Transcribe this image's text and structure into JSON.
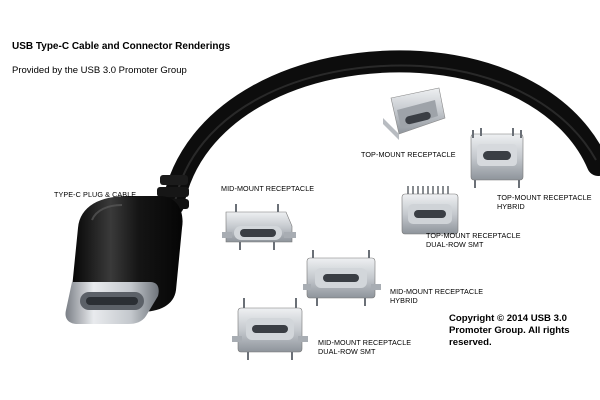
{
  "header": {
    "title": "USB Type-C Cable and Connector Renderings",
    "subtitle": "Provided by the USB 3.0 Promoter Group"
  },
  "labels": {
    "plug_cable": "TYPE-C PLUG & CABLE",
    "mid_mount": "MID-MOUNT RECEPTACLE",
    "top_mount": "TOP-MOUNT RECEPTACLE",
    "top_mount_hybrid_line1": "TOP-MOUNT RECEPTACLE",
    "top_mount_hybrid_line2": "HYBRID",
    "top_mount_dual_line1": "TOP-MOUNT RECEPTACLE",
    "top_mount_dual_line2": "DUAL-ROW SMT",
    "mid_mount_hybrid_line1": "MID-MOUNT RECEPTACLE",
    "mid_mount_hybrid_line2": "HYBRID",
    "mid_mount_dual_line1": "MID-MOUNT RECEPTACLE",
    "mid_mount_dual_line2": "DUAL-ROW SMT"
  },
  "copyright": "Copyright © 2014 USB 3.0 Promoter Group. All rights reserved.",
  "colors": {
    "background": "#ffffff",
    "cable": "#141414",
    "metal": "#c9cdd2",
    "metal_dark": "#8d939a",
    "text": "#000000"
  }
}
